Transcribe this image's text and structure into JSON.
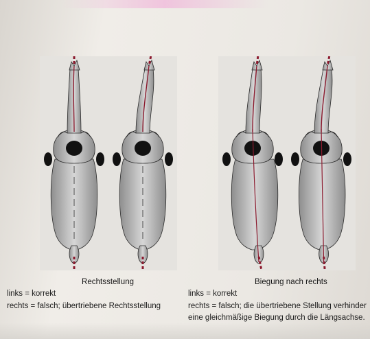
{
  "figures": [
    {
      "id": "stellung-korrekt",
      "bend": 0,
      "neck_tilt": 0
    },
    {
      "id": "stellung-falsch",
      "bend": 0,
      "neck_tilt": 18
    },
    {
      "id": "biegung-korrekt",
      "bend": 10,
      "neck_tilt": 12
    },
    {
      "id": "biegung-falsch",
      "bend": 4,
      "neck_tilt": 18
    }
  ],
  "captions": {
    "left": {
      "title": "Rechtsstellung",
      "line1": "links = korrekt",
      "line2": "rechts = falsch; übertriebene Rechtsstellung"
    },
    "right": {
      "title": "Biegung nach rechts",
      "line1": "links = korrekt",
      "line2": "rechts = falsch; die übertriebene Stellung verhinder",
      "line3": "eine gleichmäßige Biegung durch die Längsachse."
    }
  },
  "colors": {
    "body": "#a9a9a9",
    "body_light": "#d6d6d6",
    "outline": "#2a2a2a",
    "spine": "#8b1a2e",
    "axis": "#8b1a2e",
    "knee": "#111111"
  }
}
